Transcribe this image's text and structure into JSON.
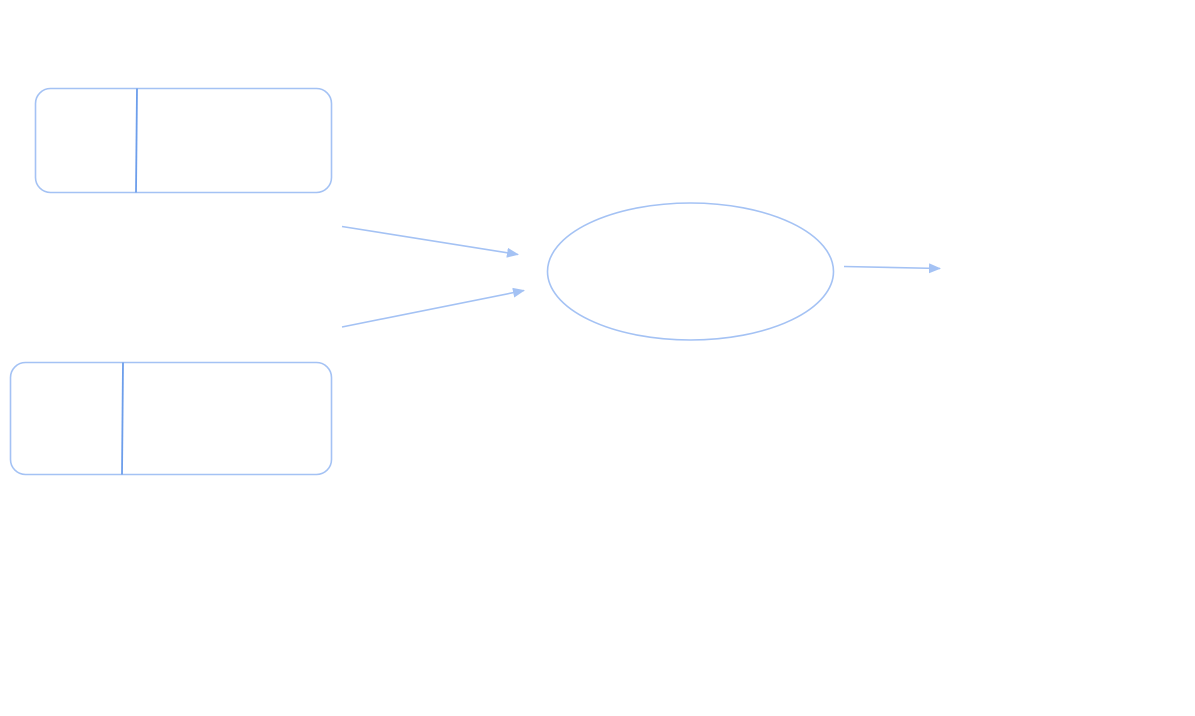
{
  "diagram": {
    "colors": {
      "background": "#ffffff",
      "outline": "#a4c2f4",
      "divider": "#6d9eeb",
      "arrow": "#a4c2f4"
    },
    "nodes": [
      {
        "id": "input-box-1",
        "shape": "split-rounded-rectangle",
        "sections": 2,
        "label_left": "",
        "label_right": ""
      },
      {
        "id": "input-box-2",
        "shape": "split-rounded-rectangle",
        "sections": 2,
        "label_left": "",
        "label_right": ""
      },
      {
        "id": "process-ellipse",
        "shape": "ellipse",
        "label": ""
      }
    ],
    "edges": [
      {
        "from": "input-box-1",
        "to": "process-ellipse",
        "label": ""
      },
      {
        "from": "input-box-2",
        "to": "process-ellipse",
        "label": ""
      },
      {
        "from": "process-ellipse",
        "to": "output",
        "label": ""
      }
    ]
  }
}
